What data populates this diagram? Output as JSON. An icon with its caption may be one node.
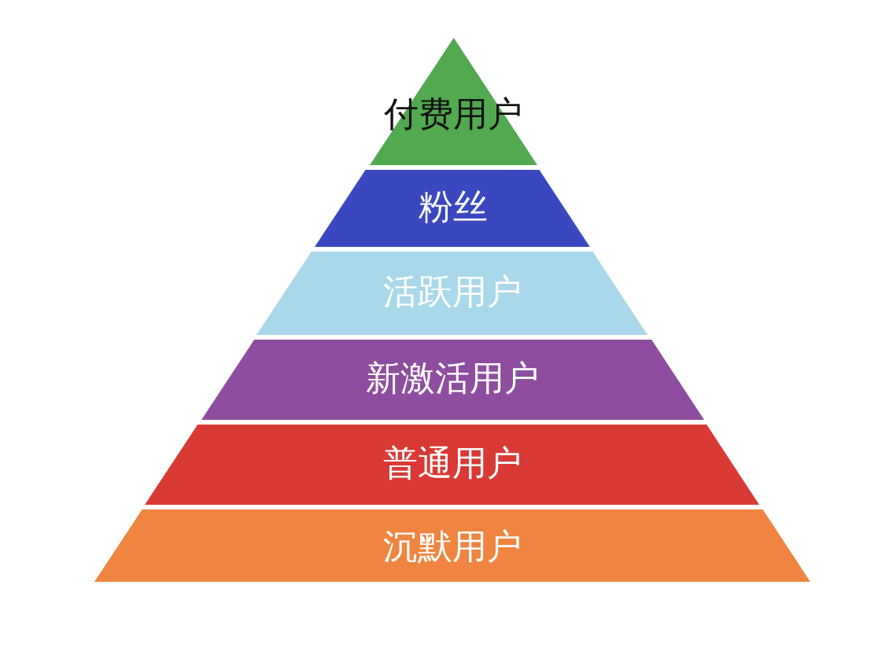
{
  "diagram": {
    "nodes": [
      {
        "text": [
          "付费用户"
        ]
      },
      {
        "text": [
          "粉丝"
        ]
      },
      {
        "text": [
          "活跃用户"
        ]
      },
      {
        "text": [
          "新激活用户"
        ]
      },
      {
        "text": [
          "普通用户"
        ]
      },
      {
        "text": [
          "沉默用户"
        ]
      }
    ]
  }
}
